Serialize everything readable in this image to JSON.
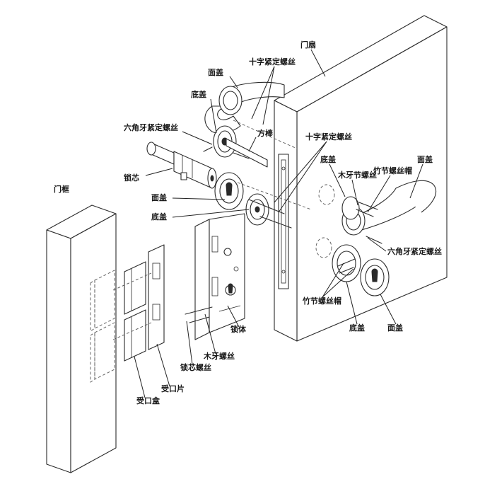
{
  "labels": {
    "door_leaf": "门扇",
    "face_cover_top": "面盖",
    "cross_screw": "十字紧定螺丝",
    "base_cover_top": "底盖",
    "hex_set_screw_left": "六角牙紧定螺丝",
    "square_rod": "方棒",
    "cross_screw_2": "十字紧定螺丝",
    "lock_cylinder": "锁芯",
    "door_frame": "门框",
    "face_cover_mid": "面盖",
    "base_cover_mid": "底盖",
    "base_cover_right": "底盖",
    "wood_screw_right": "木牙节螺丝",
    "bamboo_cap_top": "竹节螺丝帽",
    "face_cover_right": "面盖",
    "hex_set_screw_right": "六角牙紧定螺丝",
    "bamboo_cap_bottom": "竹节螺丝帽",
    "base_cover_bottom": "底盖",
    "face_cover_bottom": "面盖",
    "lock_body": "锁体",
    "wood_screw": "木牙螺丝",
    "cylinder_screw": "锁芯螺丝",
    "strike_plate": "受口片",
    "strike_box": "受口盒"
  }
}
